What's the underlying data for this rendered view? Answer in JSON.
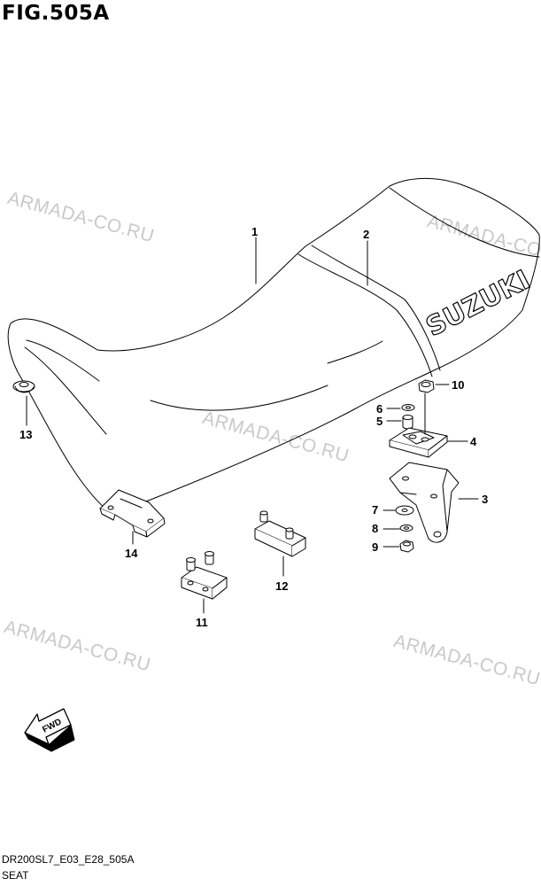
{
  "figure": {
    "title": "FIG.505A"
  },
  "watermark": {
    "text": "ARMADA-CO.RU"
  },
  "callouts": [
    "1",
    "2",
    "3",
    "4",
    "5",
    "6",
    "7",
    "8",
    "9",
    "10",
    "11",
    "12",
    "13",
    "14"
  ],
  "seat_brand_text": "SUZUKI",
  "fwd_label": "FWD",
  "footer": {
    "code": "DR200SL7_E03_E28_505A",
    "caption": "SEAT"
  },
  "colors": {
    "line": "#000000",
    "watermark": "#c9c9c9"
  }
}
